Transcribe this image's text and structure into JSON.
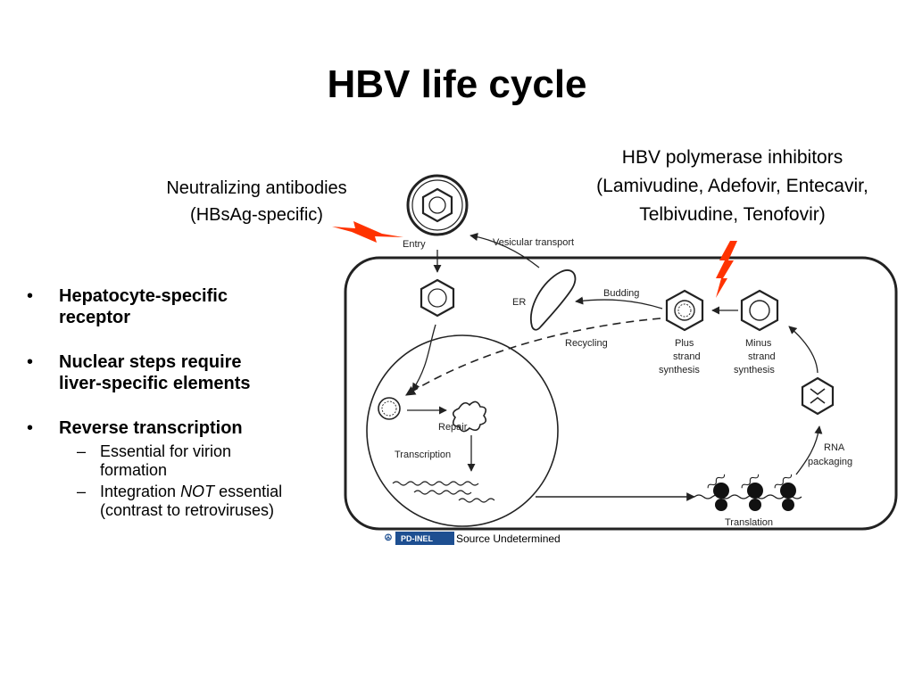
{
  "slide": {
    "title": "HBV life cycle",
    "callout_left": {
      "line1": "Neutralizing antibodies",
      "line2": "(HBsAg-specific)"
    },
    "callout_right": {
      "line1": "HBV polymerase inhibitors",
      "line2": "(Lamivudine, Adefovir, Entecavir,",
      "line3": "Telbivudine, Tenofovir)"
    },
    "bullets": [
      {
        "marker": "•",
        "line1": "Hepatocyte-specific",
        "line2": "receptor"
      },
      {
        "marker": "•",
        "line1": "Nuclear steps require",
        "line2": "liver-specific elements"
      },
      {
        "marker": "•",
        "line1": "Reverse transcription",
        "subs": [
          {
            "marker": "–",
            "line1": "Essential for virion",
            "line2": "formation"
          },
          {
            "marker": "–",
            "pre": "Integration ",
            "emph": "NOT",
            "post": " essential",
            "line2": "(contrast to retroviruses)"
          }
        ]
      }
    ]
  },
  "diagram": {
    "labels": {
      "entry": "Entry",
      "vesicular_transport": "Vesicular transport",
      "er": "ER",
      "budding": "Budding",
      "recycling": "Recycling",
      "plus_strand": [
        "Plus",
        "strand",
        "synthesis"
      ],
      "minus_strand": [
        "Minus",
        "strand",
        "synthesis"
      ],
      "repair": "Repair",
      "transcription": "Transcription",
      "rna_packaging": [
        "RNA",
        "packaging"
      ],
      "translation": "Translation"
    },
    "colors": {
      "lightning": "#ff3300",
      "ink": "#222222"
    }
  },
  "credit": {
    "badge_text": "PD-INEL",
    "badge_icon": "public-domain-icon",
    "source": "Source Undetermined"
  }
}
